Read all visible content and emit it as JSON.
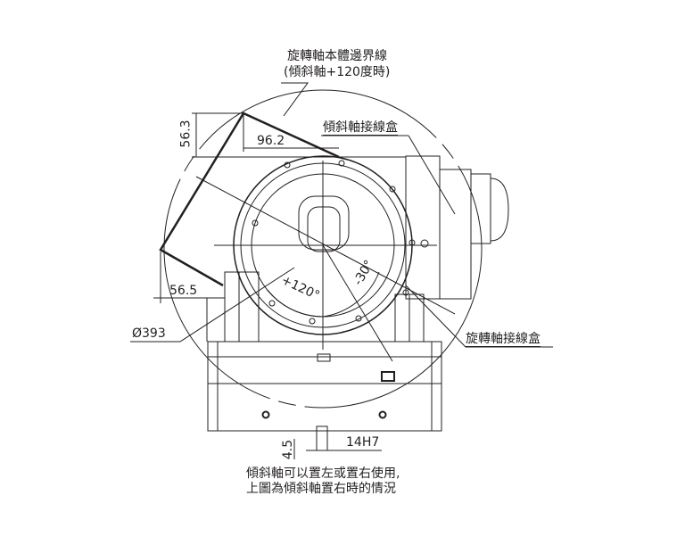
{
  "labels": {
    "rotary_boundary_line1": "旋轉軸本體邊界線",
    "rotary_boundary_line2": "(傾斜軸+120度時)",
    "tilt_junction_box": "傾斜軸接線盒",
    "rotary_junction_box": "旋轉軸接線盒",
    "note_line1": "傾斜軸可以置左或置右使用,",
    "note_line2": "上圖為傾斜軸置右時的情況"
  },
  "dimensions": {
    "height_56_3": "56.3",
    "width_96_2": "96.2",
    "width_56_5": "56.5",
    "diameter": "Ø393",
    "angle_plus120": "+120°",
    "angle_minus30": "-30°",
    "depth_4_5": "4.5",
    "slot_14h7": "14H7"
  },
  "colors": {
    "line": "#231f20"
  }
}
